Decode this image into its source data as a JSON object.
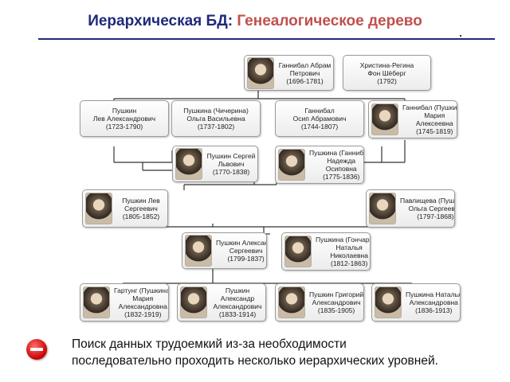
{
  "title": {
    "prefix": "Иерархическая БД:",
    "subject": "Генеалогическое дерево"
  },
  "people": [
    {
      "id": "gannibal-abram",
      "lines": [
        "Ганнибал Абрам",
        "Петрович",
        "(1696-1781)"
      ]
    },
    {
      "id": "shoberg-christina",
      "lines": [
        "Христина-Регина",
        "Фон Шёберг",
        "(1792)"
      ]
    },
    {
      "id": "pushkin-lev-a",
      "lines": [
        "Пушкин",
        "Лев Александрович",
        "(1723-1790)"
      ]
    },
    {
      "id": "pushkina-olga-v",
      "lines": [
        "Пушкина (Чичерина)",
        "Ольга Васильевна",
        "(1737-1802)"
      ]
    },
    {
      "id": "gannibal-osip",
      "lines": [
        "Ганнибал",
        "Осип Абрамович",
        "(1744-1807)"
      ]
    },
    {
      "id": "gannibal-maria",
      "lines": [
        "Ганнибал (Пушкина)",
        "Мария",
        "Алексеевна",
        "(1745-1819)"
      ]
    },
    {
      "id": "pushkin-sergey",
      "lines": [
        "Пушкин Сергей",
        "Львович",
        "(1770-1838)"
      ]
    },
    {
      "id": "pushkina-nadezhda",
      "lines": [
        "Пушкина (Ганнибал)",
        "Надежда",
        "Осиповна",
        "(1775-1836)"
      ]
    },
    {
      "id": "pushkin-lev-s",
      "lines": [
        "Пушкин Лев",
        "Сергеевич",
        "(1805-1852)"
      ]
    },
    {
      "id": "pavlishcheva-olga",
      "lines": [
        "Павлищева (Пушкина)",
        "Ольга Сергеевна",
        "(1797-1868)"
      ]
    },
    {
      "id": "pushkin-alexander-s",
      "lines": [
        "Пушкин Александр",
        "Сергеевич",
        "(1799-1837)"
      ]
    },
    {
      "id": "pushkina-natalya-n",
      "lines": [
        "Пушкина (Гончарова)",
        "Наталья",
        "Николаевна",
        "(1812-1863)"
      ]
    },
    {
      "id": "gartung-maria",
      "lines": [
        "Гартунг (Пушкина)",
        "Мария",
        "Александровна",
        "(1832-1919)"
      ]
    },
    {
      "id": "pushkin-alexander-a",
      "lines": [
        "Пушкин",
        "Александр",
        "Александрович",
        "(1833-1914)"
      ]
    },
    {
      "id": "pushkin-grigory",
      "lines": [
        "Пушкин Григорий",
        "Александрович",
        "(1835-1905)"
      ]
    },
    {
      "id": "pushkina-natalya-a",
      "lines": [
        "Пушкина Наталья",
        "Александровна",
        "(1836-1913)"
      ]
    }
  ],
  "note": {
    "line1": "Поиск данных трудоемкий из-за необходимости",
    "line2": "последовательно проходить несколько иерархических уровней."
  }
}
